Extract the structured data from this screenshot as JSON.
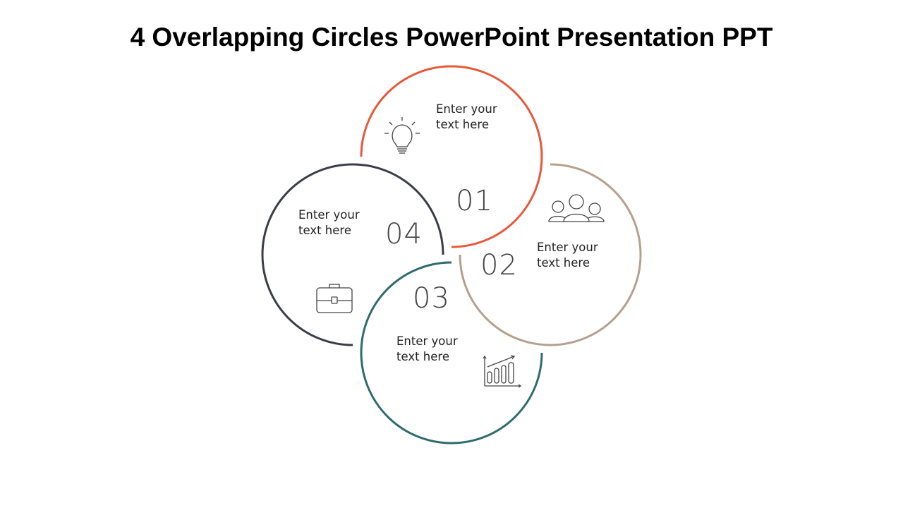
{
  "title": "4 Overlapping Circles PowerPoint Presentation PPT",
  "items": [
    {
      "number": "01",
      "line1": "Enter your",
      "line2": "text here",
      "icon": "lightbulb-icon",
      "color": "#E8583A"
    },
    {
      "number": "02",
      "line1": "Enter your",
      "line2": "text here",
      "icon": "people-icon",
      "color": "#B5A08C"
    },
    {
      "number": "03",
      "line1": "Enter your",
      "line2": "text here",
      "icon": "bar-chart-icon",
      "color": "#2E6B6E"
    },
    {
      "number": "04",
      "line1": "Enter your",
      "line2": "text here",
      "icon": "briefcase-icon",
      "color": "#3A3D48"
    }
  ]
}
